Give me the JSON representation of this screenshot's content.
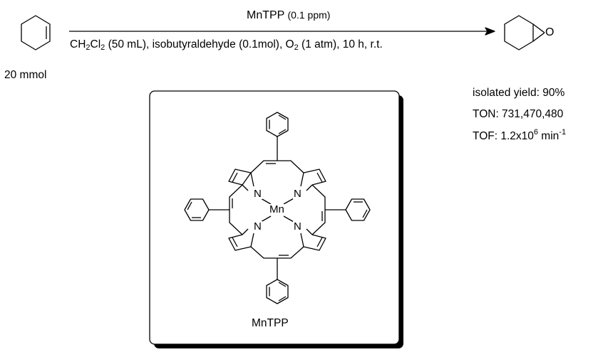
{
  "scheme": {
    "reagent_above_arrow": {
      "catalyst": "MnTPP",
      "loading": "(0.1 ppm)"
    },
    "conditions": {
      "solvent_a": "CH",
      "sub_a": "2",
      "solvent_b": "Cl",
      "sub_b": "2",
      "solvent_rest": " (50 mL),  isobutyraldehyde (0.1mol), O",
      "o2_sub": "2",
      "tail": " (1 atm), 10 h, r.t."
    },
    "substrate_amount": "20 mmol",
    "product_atom_label": "O"
  },
  "results": {
    "yield": "isolated yield: 90%",
    "ton": "TON: 731,470,480",
    "tof_prefix": "TOF: 1.2x10",
    "tof_exp": "6",
    "tof_unit": " min",
    "tof_unit_exp": "-1"
  },
  "catalyst_box": {
    "atoms": {
      "n": "N",
      "metal": "Mn"
    },
    "caption": "MnTPP"
  }
}
